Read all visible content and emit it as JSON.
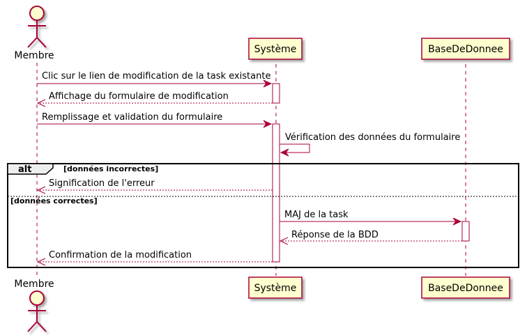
{
  "participants": {
    "membre": "Membre",
    "systeme": "Système",
    "bdd": "BaseDeDonnee"
  },
  "messages": {
    "m1": "Clic sur le lien de modification de la task existante",
    "m2": "Affichage du formulaire de modification",
    "m3": "Remplissage et validation du formulaire",
    "m4": "Vérification des données du formulaire",
    "m5": "Signification de l'erreur",
    "m6": "MAJ de la task",
    "m7": "Réponse de la BDD",
    "m8": "Confirmation de la modification"
  },
  "fragment": {
    "keyword": "alt",
    "guard1": "[données incorrectes]",
    "guard2": "[données correctes]"
  },
  "colors": {
    "line": "#A80036",
    "participant_fill": "#FEFECE",
    "activation_fill": "#FFFFFF"
  }
}
